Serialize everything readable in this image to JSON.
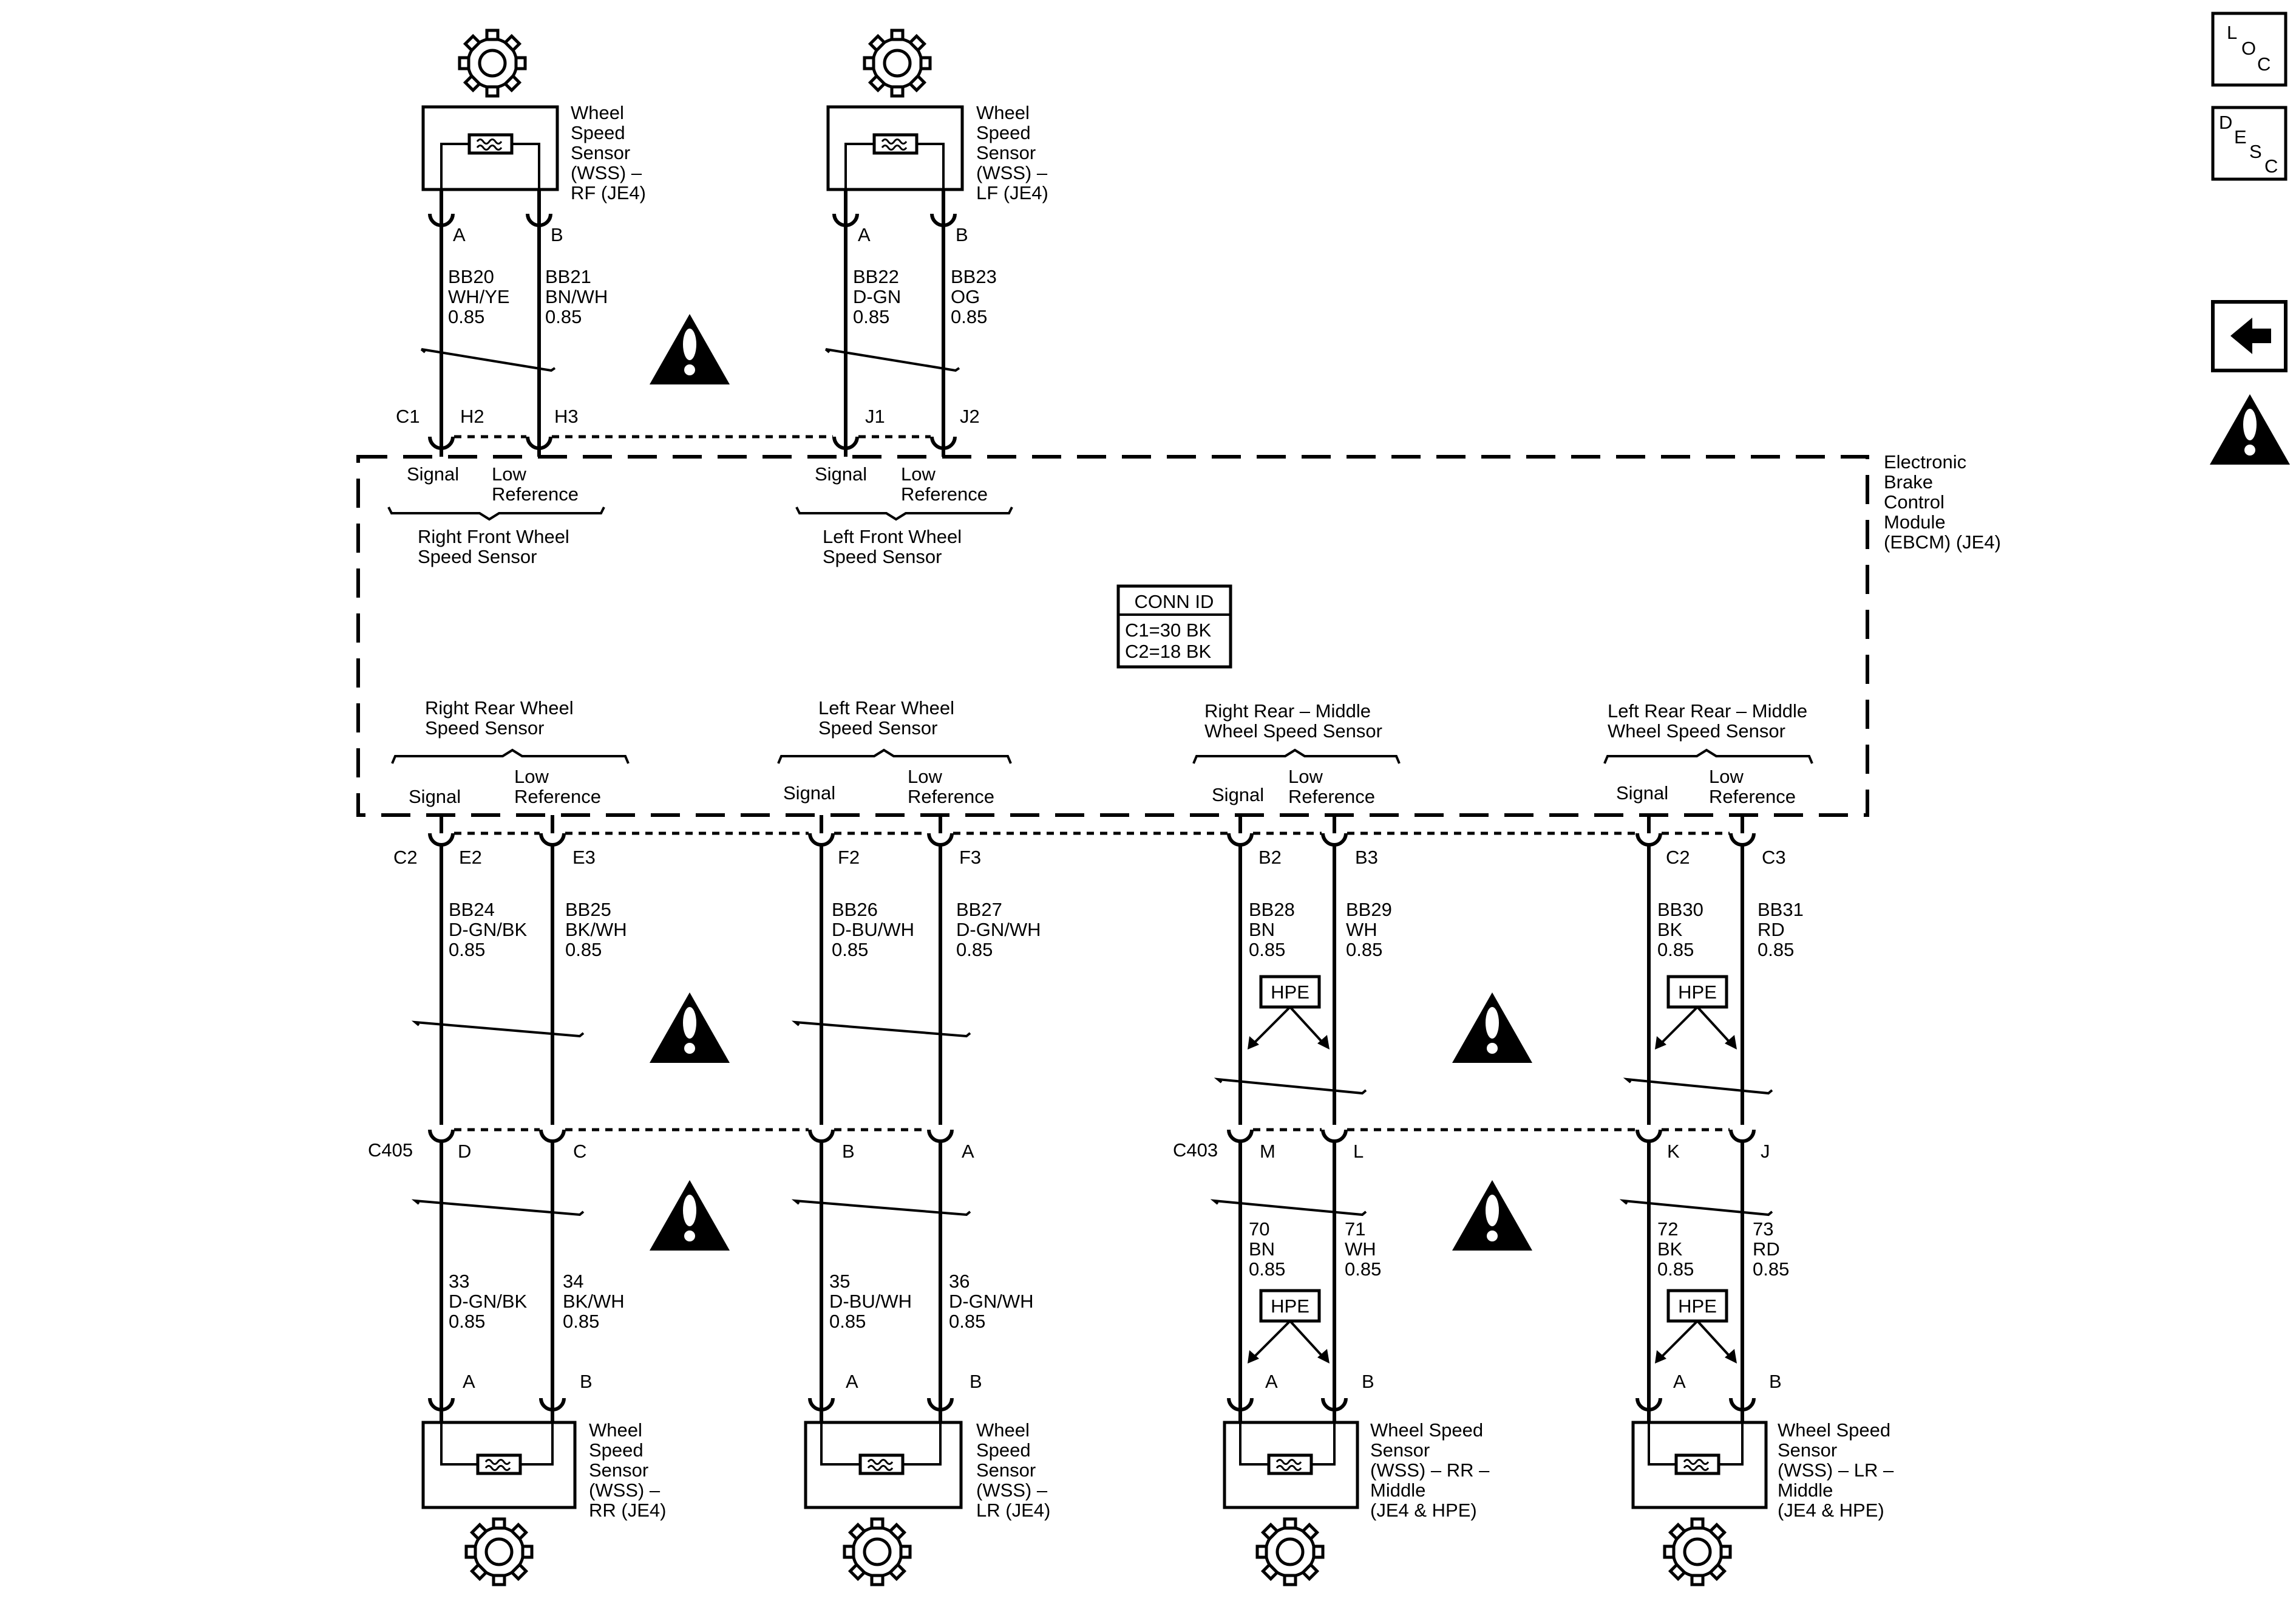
{
  "module": {
    "lines": [
      "Electronic",
      "Brake",
      "Control",
      "Module",
      "(EBCM) (JE4)"
    ]
  },
  "conn_id": {
    "title": "CONN ID",
    "lines": [
      "C1=30 BK",
      "C2=18 BK"
    ]
  },
  "nav": {
    "loc": [
      "L",
      "O",
      "C"
    ],
    "desc": [
      "D",
      "E",
      "S",
      "C"
    ]
  },
  "pin_names": {
    "signal": "Signal",
    "low": [
      "Low",
      "Reference"
    ]
  },
  "hpe": "HPE",
  "front": [
    {
      "sensor": [
        "Wheel",
        "Speed",
        "Sensor",
        "(WSS) –",
        "RF (JE4)"
      ],
      "pins": [
        "A",
        "B"
      ],
      "wires": [
        [
          "BB20",
          "WH/YE",
          "0.85"
        ],
        [
          "BB21",
          "BN/WH",
          "0.85"
        ]
      ],
      "connector": "C1",
      "cav": [
        "H2",
        "H3"
      ],
      "group": [
        "Right Front Wheel",
        "Speed Sensor"
      ]
    },
    {
      "sensor": [
        "Wheel",
        "Speed",
        "Sensor",
        "(WSS) –",
        "LF (JE4)"
      ],
      "pins": [
        "A",
        "B"
      ],
      "wires": [
        [
          "BB22",
          "D-GN",
          "0.85"
        ],
        [
          "BB23",
          "OG",
          "0.85"
        ]
      ],
      "connector": "",
      "cav": [
        "J1",
        "J2"
      ],
      "group": [
        "Left Front Wheel",
        "Speed Sensor"
      ]
    }
  ],
  "rear": [
    {
      "group": [
        "Right Rear Wheel",
        "Speed Sensor"
      ],
      "connector": "C2",
      "cav": [
        "E2",
        "E3"
      ],
      "wires": [
        [
          "BB24",
          "D-GN/BK",
          "0.85"
        ],
        [
          "BB25",
          "BK/WH",
          "0.85"
        ]
      ],
      "inline_conn": "C405",
      "inline": [
        "D",
        "C"
      ],
      "wires2": [
        [
          "33",
          "D-GN/BK",
          "0.85"
        ],
        [
          "34",
          "BK/WH",
          "0.85"
        ]
      ],
      "pins": [
        "A",
        "B"
      ],
      "sensor": [
        "Wheel",
        "Speed",
        "Sensor",
        "(WSS) –",
        "RR (JE4)"
      ]
    },
    {
      "group": [
        "Left Rear Wheel",
        "Speed Sensor"
      ],
      "connector": "",
      "cav": [
        "F2",
        "F3"
      ],
      "wires": [
        [
          "BB26",
          "D-BU/WH",
          "0.85"
        ],
        [
          "BB27",
          "D-GN/WH",
          "0.85"
        ]
      ],
      "inline_conn": "",
      "inline": [
        "B",
        "A"
      ],
      "wires2": [
        [
          "35",
          "D-BU/WH",
          "0.85"
        ],
        [
          "36",
          "D-GN/WH",
          "0.85"
        ]
      ],
      "pins": [
        "A",
        "B"
      ],
      "sensor": [
        "Wheel",
        "Speed",
        "Sensor",
        "(WSS) –",
        "LR (JE4)"
      ]
    },
    {
      "group": [
        "Right Rear – Middle",
        "Wheel Speed Sensor"
      ],
      "connector": "",
      "cav": [
        "B2",
        "B3"
      ],
      "wires": [
        [
          "BB28",
          "BN",
          "0.85"
        ],
        [
          "BB29",
          "WH",
          "0.85"
        ]
      ],
      "inline_conn": "C403",
      "inline": [
        "M",
        "L"
      ],
      "wires2": [
        [
          "70",
          "BN",
          "0.85"
        ],
        [
          "71",
          "WH",
          "0.85"
        ]
      ],
      "pins": [
        "A",
        "B"
      ],
      "sensor": [
        "Wheel Speed",
        "Sensor",
        "(WSS) – RR –",
        "Middle",
        "(JE4 & HPE)"
      ]
    },
    {
      "group": [
        "Left Rear Rear – Middle",
        "Wheel Speed Sensor"
      ],
      "connector": "",
      "cav": [
        "C2",
        "C3"
      ],
      "wires": [
        [
          "BB30",
          "BK",
          "0.85"
        ],
        [
          "BB31",
          "RD",
          "0.85"
        ]
      ],
      "inline_conn": "",
      "inline": [
        "K",
        "J"
      ],
      "wires2": [
        [
          "72",
          "BK",
          "0.85"
        ],
        [
          "73",
          "RD",
          "0.85"
        ]
      ],
      "pins": [
        "A",
        "B"
      ],
      "sensor": [
        "Wheel Speed",
        "Sensor",
        "(WSS) – LR –",
        "Middle",
        "(JE4 & HPE)"
      ]
    }
  ]
}
